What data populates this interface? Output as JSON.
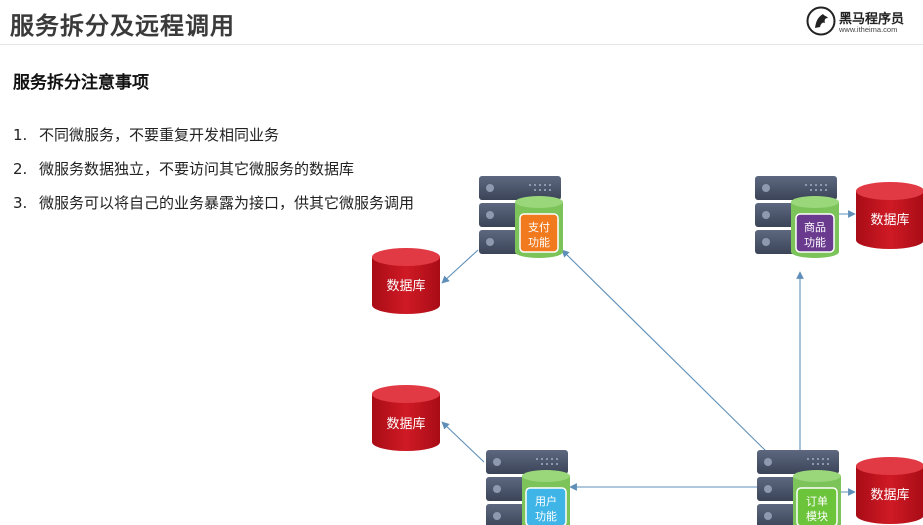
{
  "header": {
    "title": "服务拆分及远程调用",
    "logo_name": "黑马程序员",
    "logo_url": "www.itheima.com"
  },
  "content": {
    "heading": "服务拆分注意事项",
    "points": [
      {
        "num": "1.",
        "text": "不同微服务，不要重复开发相同业务"
      },
      {
        "num": "2.",
        "text": "微服务数据独立，不要访问其它微服务的数据库"
      },
      {
        "num": "3.",
        "text": "微服务可以将自己的业务暴露为接口，供其它微服务调用"
      }
    ]
  },
  "diagram": {
    "services": [
      {
        "line1": "支付",
        "line2": "功能",
        "color": "#f07a1d"
      },
      {
        "line1": "商品",
        "line2": "功能",
        "color": "#6a3a8e"
      },
      {
        "line1": "用户",
        "line2": "功能",
        "color": "#3fb4e6"
      },
      {
        "line1": "订单",
        "line2": "模块",
        "color": "#6cc43a"
      }
    ],
    "databases": [
      {
        "label": "数据库"
      },
      {
        "label": "数据库"
      },
      {
        "label": "数据库"
      },
      {
        "label": "数据库"
      }
    ]
  },
  "colors": {
    "db_red": "#c0101c",
    "server_gray": "#4a5468",
    "cylinder_green": "#7cc35a",
    "arrow_blue": "#5f8fb8"
  }
}
